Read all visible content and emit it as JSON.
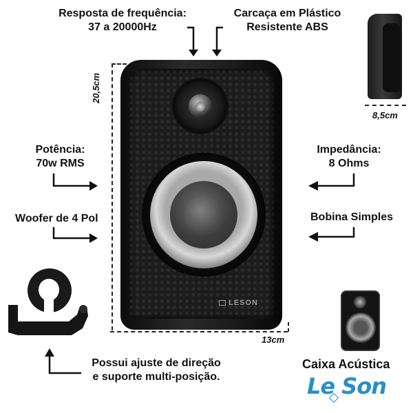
{
  "labels": {
    "freq_title": "Resposta de frequência:",
    "freq_value": "37 a 20000Hz",
    "case_title": "Carcaça em Plástico",
    "case_value": "Resistente ABS",
    "power_title": "Potência:",
    "power_value": "70w RMS",
    "impedance_title": "Impedância:",
    "impedance_value": "8 Ohms",
    "woofer": "Woofer de 4 Pol",
    "coil": "Bobina Simples",
    "support_line1": "Possui ajuste de direção",
    "support_line2": "e suporte multi-posição.",
    "product_name": "Caixa Acústica"
  },
  "dimensions": {
    "height": "20,5cm",
    "width": "13cm",
    "depth": "8,5cm"
  },
  "brand": {
    "plate": "LESON",
    "logo": "Le Son",
    "color": "#2a8fc7"
  },
  "icons": {
    "arrow": "arrow-icon",
    "diamond": "diamond-icon"
  }
}
